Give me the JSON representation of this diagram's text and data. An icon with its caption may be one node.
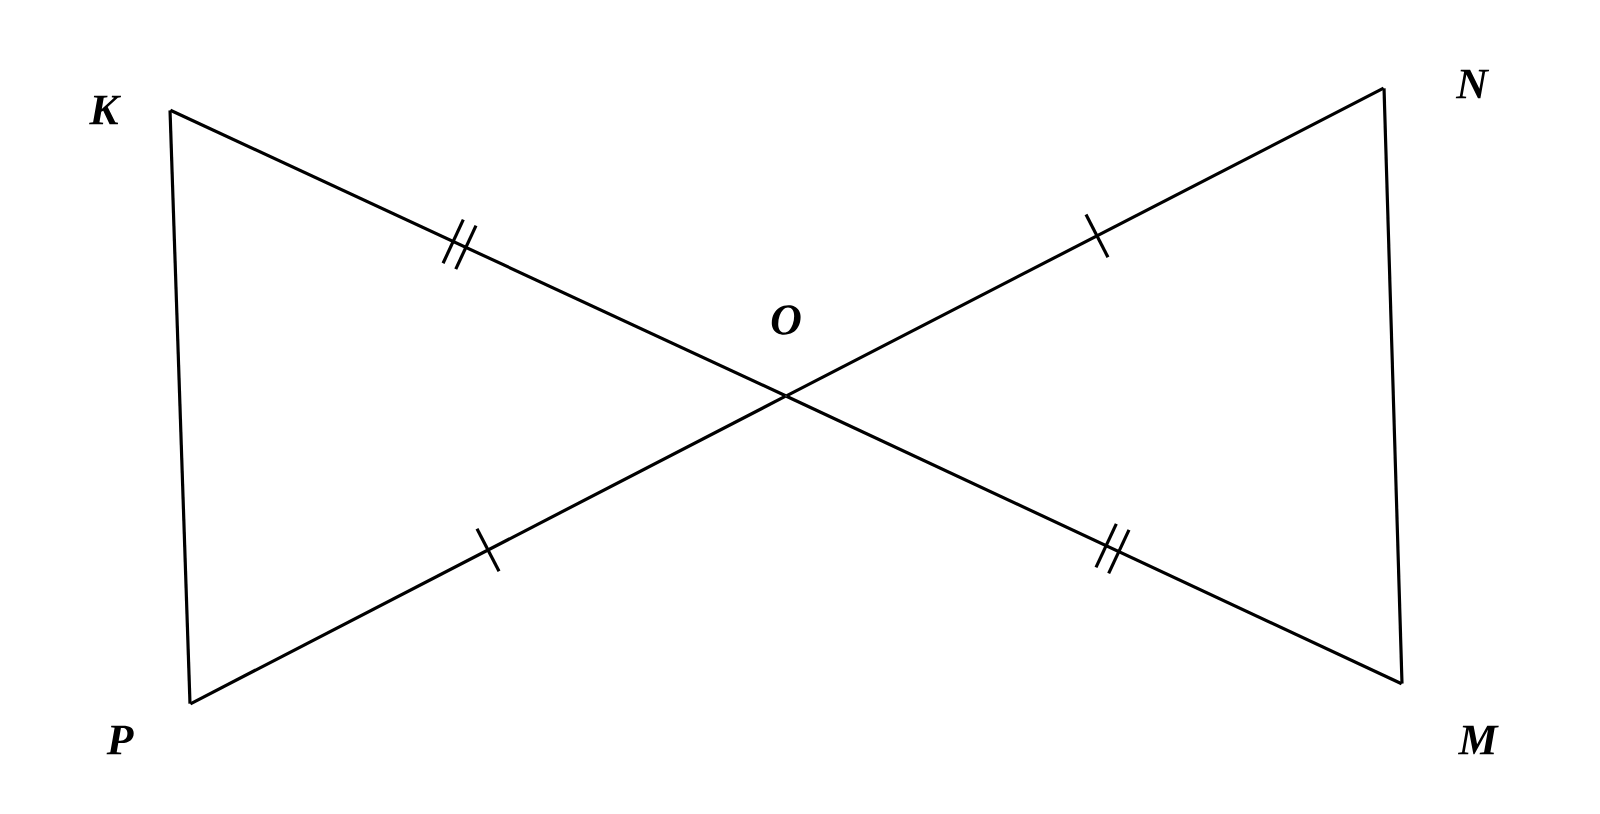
{
  "diagram": {
    "nodes": [
      {
        "text": [
          "K"
        ]
      },
      {
        "text": [
          "N"
        ]
      },
      {
        "text": [
          "O"
        ]
      },
      {
        "text": [
          "P"
        ]
      },
      {
        "text": [
          "M"
        ]
      }
    ],
    "edges": [
      {
        "from": 0,
        "to": 2,
        "arrow": "none"
      },
      {
        "from": 2,
        "to": 4,
        "arrow": "none"
      },
      {
        "from": 1,
        "to": 2,
        "arrow": "none"
      },
      {
        "from": 2,
        "to": 3,
        "arrow": "none"
      },
      {
        "from": 0,
        "to": 3,
        "arrow": "none"
      },
      {
        "from": 1,
        "to": 4,
        "arrow": "none"
      }
    ]
  }
}
